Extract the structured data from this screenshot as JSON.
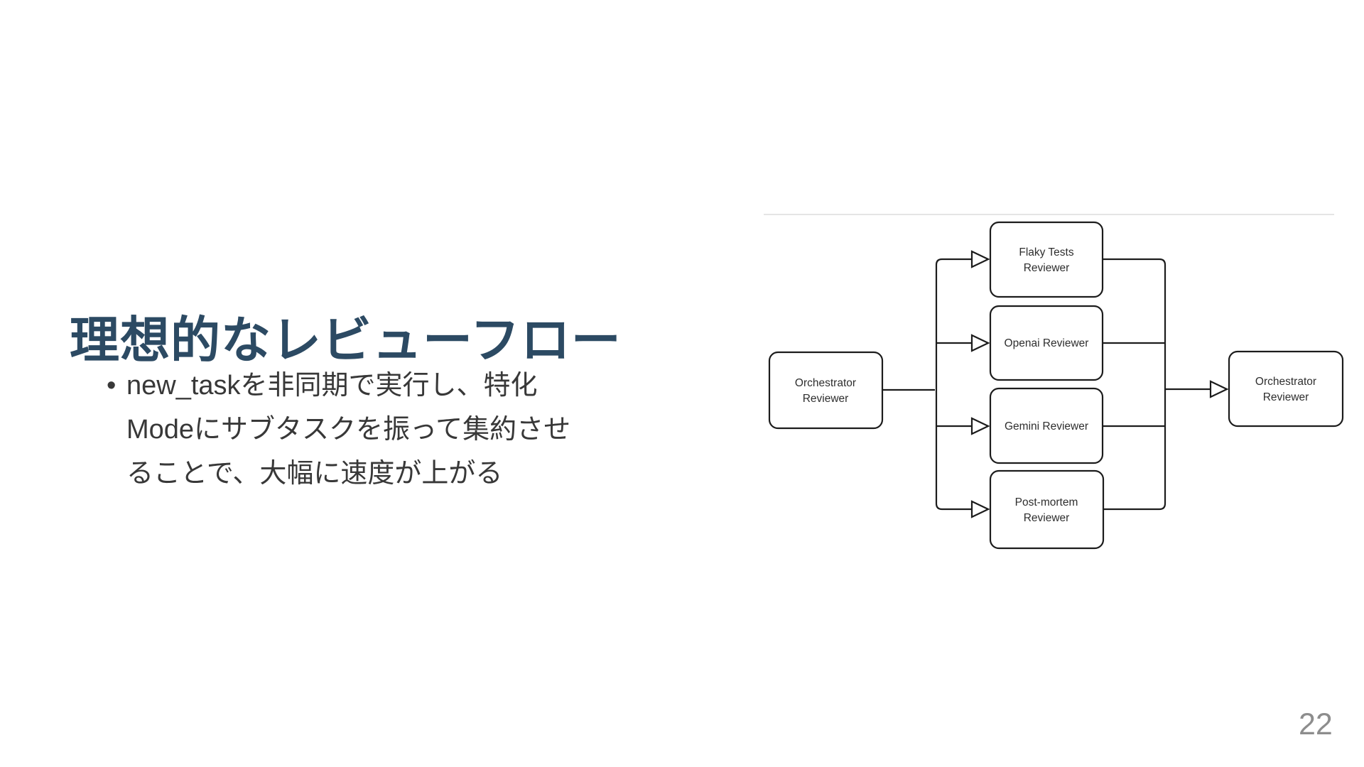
{
  "slide": {
    "title": "理想的なレビューフロー",
    "bullet_marker": "•",
    "bullet_lines": {
      "line1": "new_taskを非同期で実行し、特化",
      "line2": "Modeにサブタスクを振って集約させ",
      "line3": "ることで、大幅に速度が上がる"
    },
    "page_number": "22"
  },
  "diagram": {
    "nodes": {
      "orchestrator_left": {
        "line1": "Orchestrator",
        "line2": "Reviewer"
      },
      "flaky_tests": {
        "line1": "Flaky Tests",
        "line2": "Reviewer"
      },
      "openai": {
        "line1": "Openai Reviewer"
      },
      "gemini": {
        "line1": "Gemini Reviewer"
      },
      "post_mortem": {
        "line1": "Post-mortem",
        "line2": "Reviewer"
      },
      "orchestrator_right": {
        "line1": "Orchestrator",
        "line2": "Reviewer"
      }
    }
  },
  "colors": {
    "background": "#ffffff",
    "title": "#2c4a63",
    "body_text": "#383838",
    "diagram_stroke": "#1c1c1c",
    "diagram_text": "#2e2e2e",
    "divider": "#e5e5e5",
    "page_number": "#8d8d8d"
  }
}
